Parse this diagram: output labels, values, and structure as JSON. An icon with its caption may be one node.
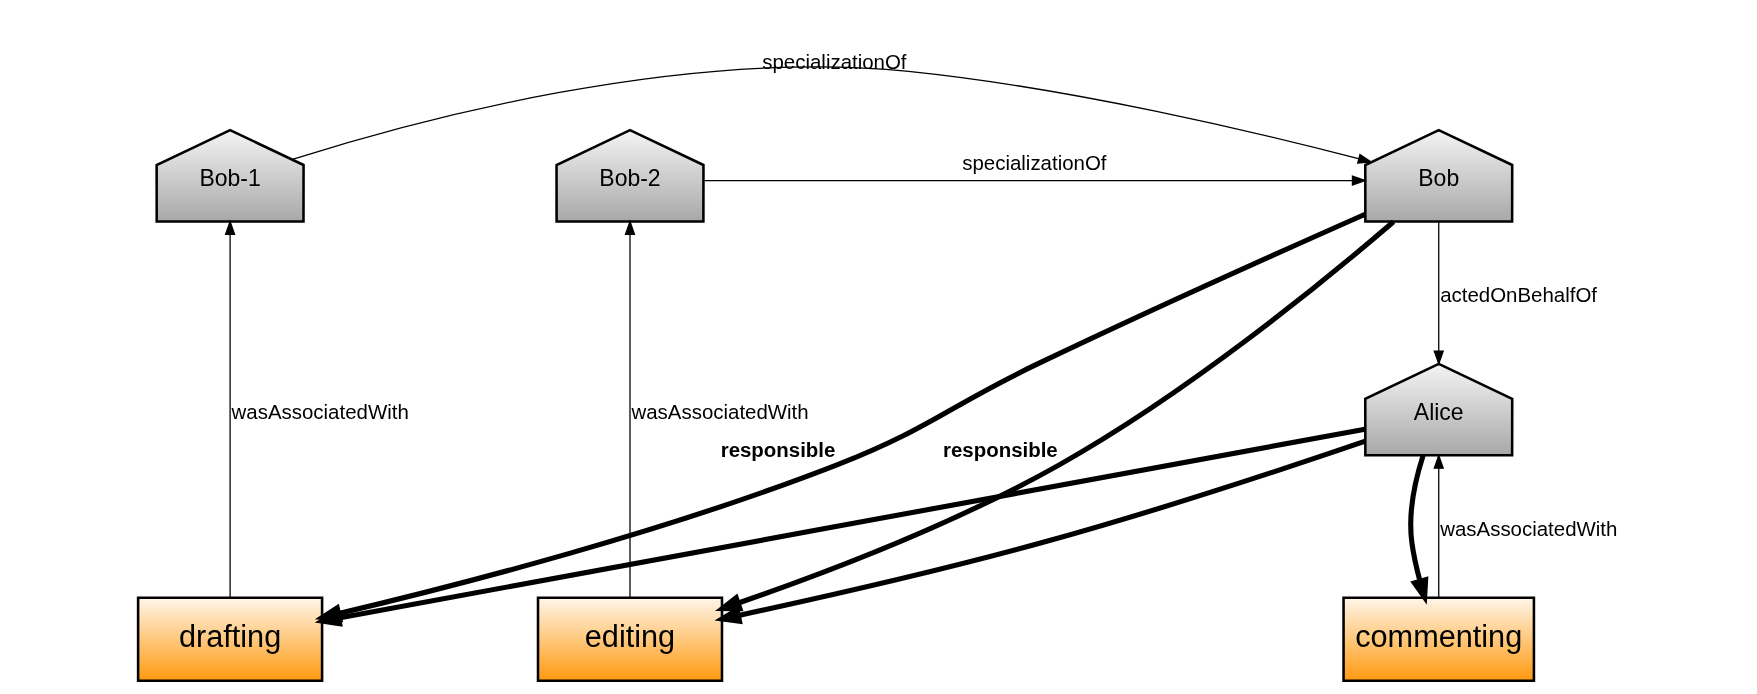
{
  "diagram": {
    "nodes": [
      {
        "text": [
          "Bob-1"
        ]
      },
      {
        "text": [
          "Bob"
        ]
      },
      {
        "text": [
          "Bob-2"
        ]
      },
      {
        "text": [
          "Alice"
        ]
      },
      {
        "text": [
          "drafting"
        ]
      },
      {
        "text": [
          "commenting"
        ]
      },
      {
        "text": [
          "editing"
        ]
      }
    ],
    "edges": [
      {
        "from": 0,
        "to": 1,
        "arrow": "to",
        "label": "specializationOf"
      },
      {
        "from": 2,
        "to": 1,
        "arrow": "to",
        "label": "specializationOf"
      },
      {
        "from": 1,
        "to": 3,
        "arrow": "to",
        "label": "actedOnBehalfOf"
      },
      {
        "from": 4,
        "to": 0,
        "arrow": "to",
        "label": "wasAssociatedWith"
      },
      {
        "from": 5,
        "to": 3,
        "arrow": "to",
        "label": "wasAssociatedWith"
      },
      {
        "from": 6,
        "to": 2,
        "arrow": "to",
        "label": "wasAssociatedWith"
      },
      {
        "from": 1,
        "to": 4,
        "arrow": "to",
        "style": "thick",
        "label": "responsible"
      },
      {
        "from": 3,
        "to": 4,
        "arrow": "to",
        "style": "thick"
      },
      {
        "from": 3,
        "to": 5,
        "arrow": "to",
        "style": "thick"
      },
      {
        "from": 3,
        "to": 6,
        "arrow": "to",
        "style": "thick"
      },
      {
        "from": 1,
        "to": 6,
        "arrow": "to",
        "style": "thick",
        "label": "responsible"
      }
    ]
  }
}
